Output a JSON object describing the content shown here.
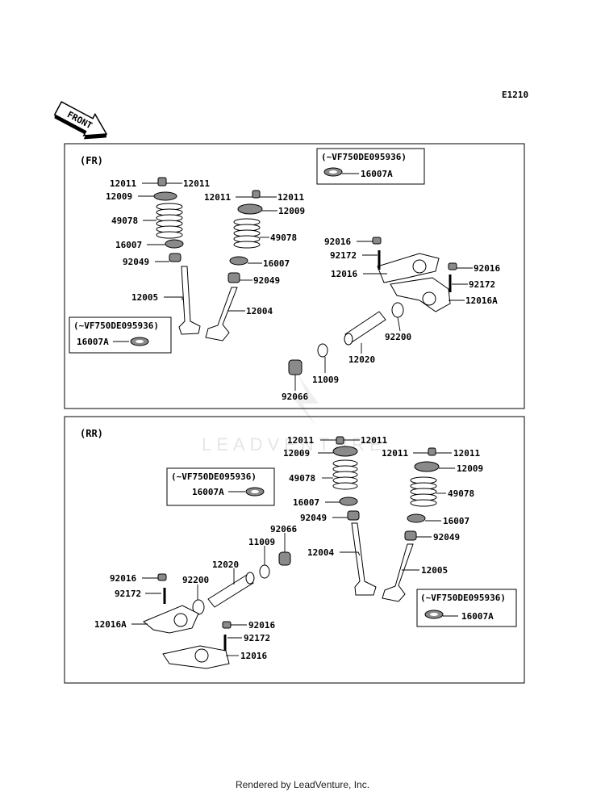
{
  "diagram_code": "E1210",
  "front_label": "FRONT",
  "watermark": "LEADVENTURE",
  "footer": "Rendered by LeadVenture, Inc.",
  "sections": {
    "fr": {
      "title": "(FR)",
      "note_top": {
        "title": "(~VF750DE095936)",
        "part": "16007A"
      },
      "note_left": {
        "title": "(~VF750DE095936)",
        "part": "16007A"
      },
      "labels": {
        "p12011_a": "12011",
        "p12011_b": "12011",
        "p12009_a": "12009",
        "p49078_a": "49078",
        "p16007_a": "16007",
        "p92049_a": "92049",
        "p12005": "12005",
        "p12011_c": "12011",
        "p12011_d": "12011",
        "p12009_b": "12009",
        "p49078_b": "49078",
        "p16007_b": "16007",
        "p92049_b": "92049",
        "p12004": "12004",
        "p92016_a": "92016",
        "p92172_a": "92172",
        "p12016": "12016",
        "p92016_b": "92016",
        "p92172_b": "92172",
        "p12016A": "12016A",
        "p92200": "92200",
        "p12020": "12020",
        "p11009": "11009",
        "p92066": "92066"
      }
    },
    "rr": {
      "title": "(RR)",
      "note_mid": {
        "title": "(~VF750DE095936)",
        "part": "16007A"
      },
      "note_right": {
        "title": "(~VF750DE095936)",
        "part": "16007A"
      },
      "labels": {
        "p12011_a": "12011",
        "p12011_b": "12011",
        "p12009_a": "12009",
        "p49078_a": "49078",
        "p16007_a": "16007",
        "p92049_a": "92049",
        "p12004": "12004",
        "p12011_c": "12011",
        "p12011_d": "12011",
        "p12009_b": "12009",
        "p49078_b": "49078",
        "p16007_b": "16007",
        "p92049_b": "92049",
        "p12005": "12005",
        "p92066": "92066",
        "p11009": "11009",
        "p12020": "12020",
        "p92200": "92200",
        "p92016_a": "92016",
        "p92172_a": "92172",
        "p12016A": "12016A",
        "p92016_b": "92016",
        "p92172_b": "92172",
        "p12016": "12016"
      }
    }
  }
}
